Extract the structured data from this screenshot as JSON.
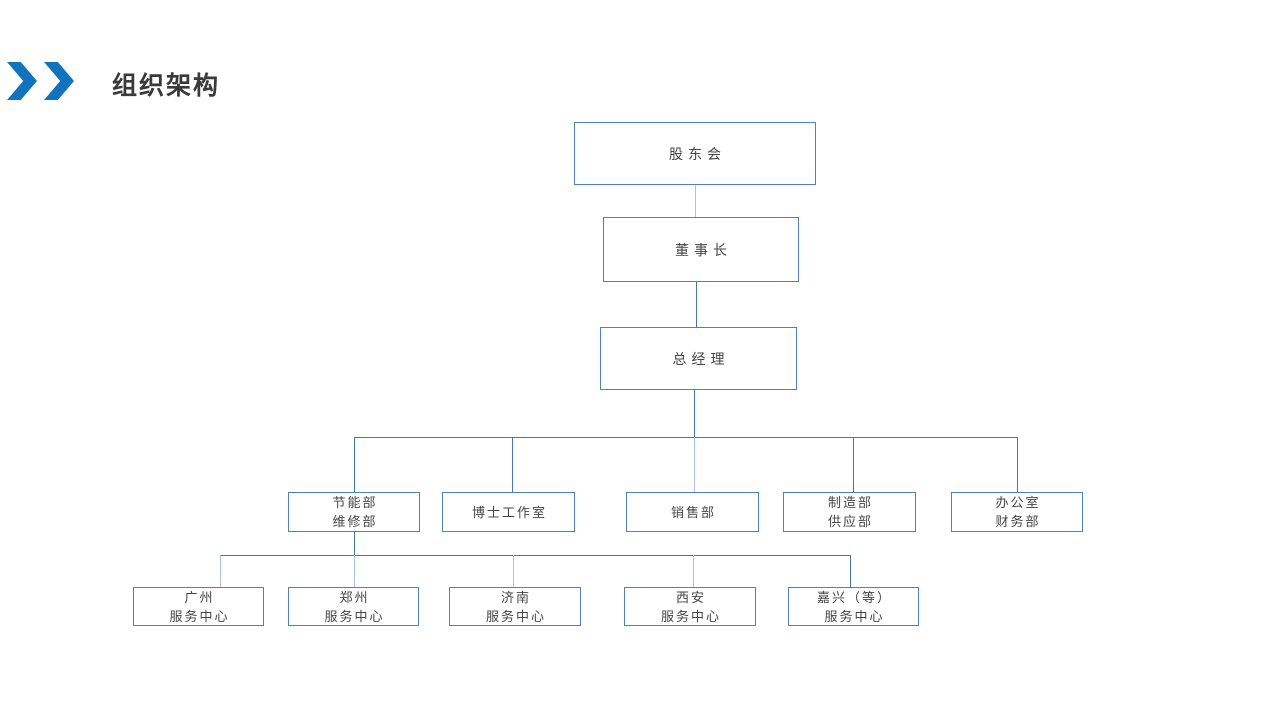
{
  "slide": {
    "title": "组织架构"
  },
  "org_chart": {
    "shareholders": {
      "label": "股东会"
    },
    "chairman": {
      "label": "董事长"
    },
    "general_manager": {
      "label": "总经理"
    },
    "departments": [
      {
        "line1": "节能部",
        "line2": "维修部"
      },
      {
        "line1": "博士工作室",
        "line2": ""
      },
      {
        "line1": "销售部",
        "line2": ""
      },
      {
        "line1": "制造部",
        "line2": "供应部"
      },
      {
        "line1": "办公室",
        "line2": "财务部"
      }
    ],
    "service_centers": [
      {
        "line1": "广州",
        "line2": "服务中心"
      },
      {
        "line1": "郑州",
        "line2": "服务中心"
      },
      {
        "line1": "济南",
        "line2": "服务中心"
      },
      {
        "line1": "西安",
        "line2": "服务中心"
      },
      {
        "line1": "嘉兴（等）",
        "line2": "服务中心"
      }
    ]
  },
  "colors": {
    "accent-blue": "#1173BE",
    "box-border": "#4F81BD",
    "connector-dark": "#4576AC",
    "connector-light": "#A9C4DF",
    "title-text": "#3A3A3A",
    "box-text": "#444444"
  }
}
